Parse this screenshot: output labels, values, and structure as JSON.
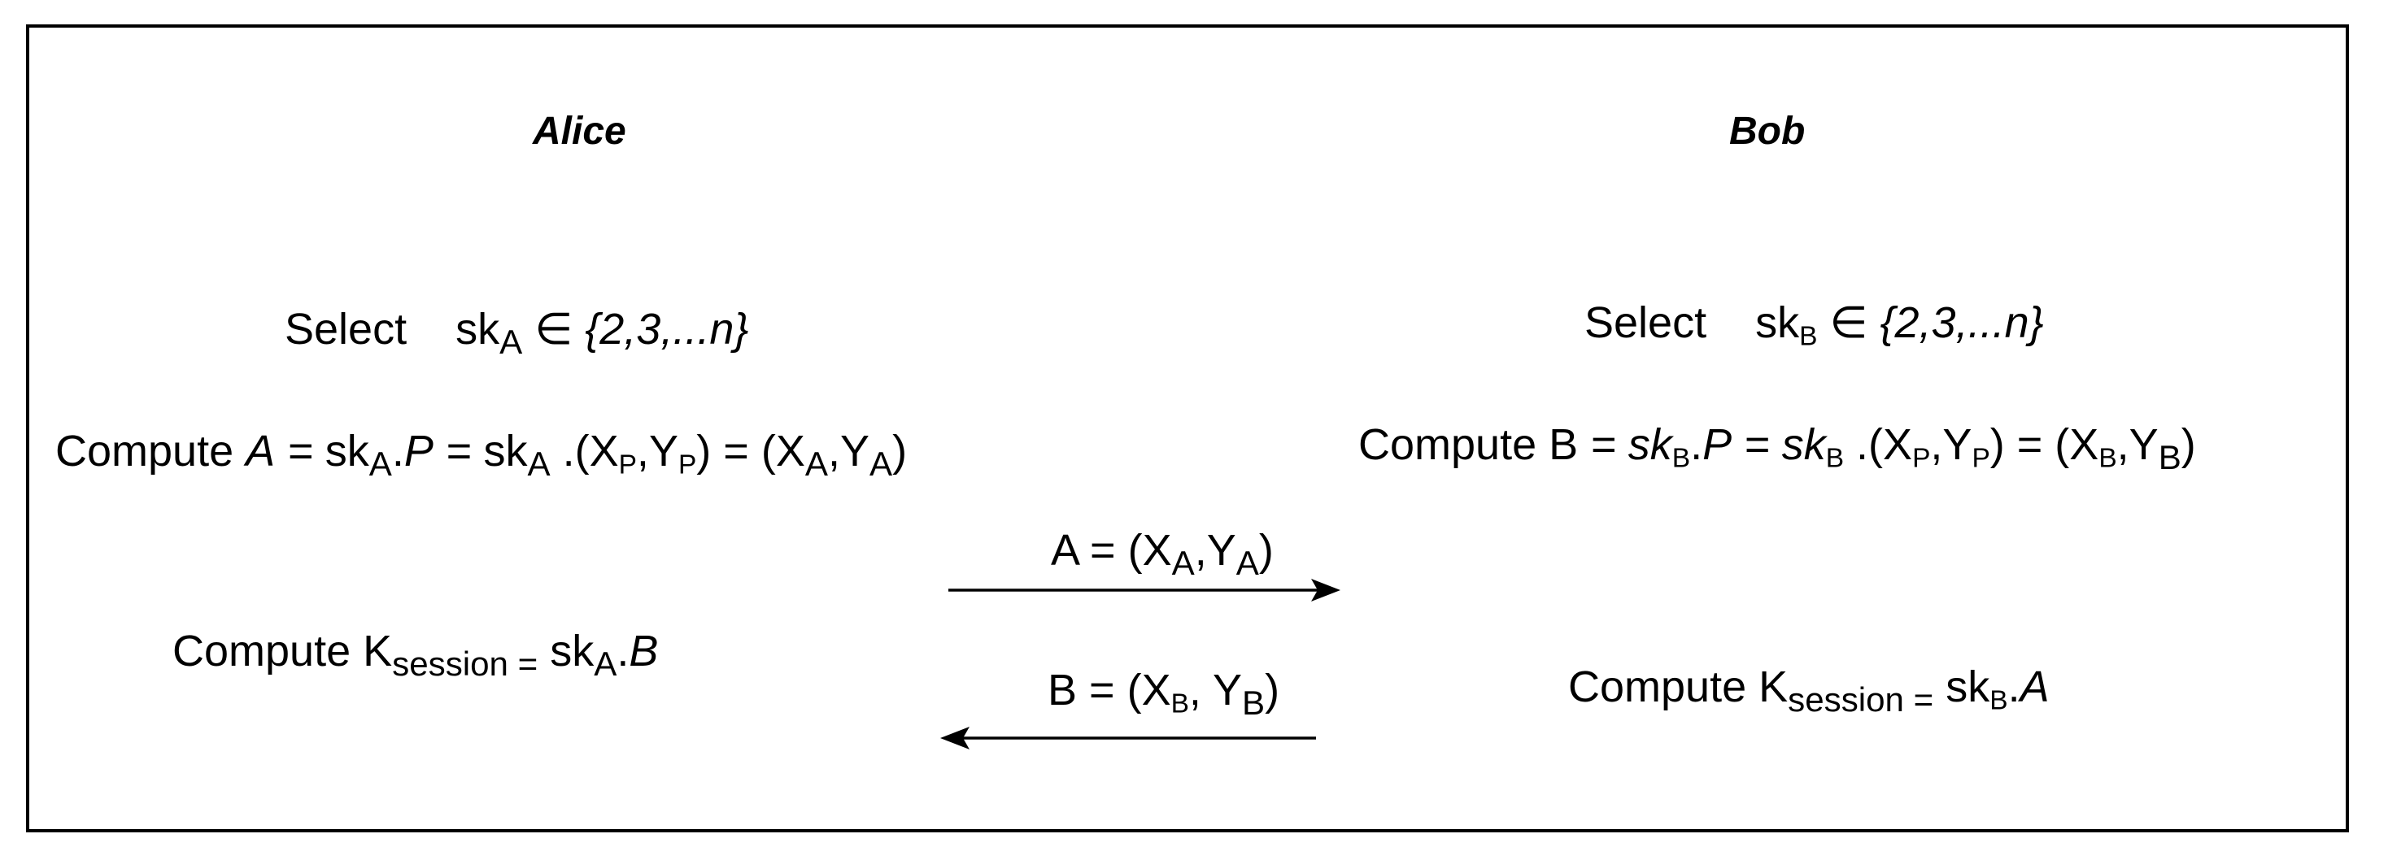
{
  "parties": {
    "alice": "Alice",
    "bob": "Bob"
  },
  "alice_steps": {
    "select_word": "Select",
    "compute_word": "Compute",
    "sk": "sk",
    "sub_a": "A",
    "set": "{2,3,...n}",
    "pubkey_symbol": "A",
    "point_p": "P",
    "x": "X",
    "y": "Y",
    "sub_p": "P",
    "k": "K",
    "session": "session",
    "peer_key": "B"
  },
  "bob_steps": {
    "select_word": "Select",
    "compute_word": "Compute",
    "sk": "sk",
    "sub_b": "B",
    "set": "{2,3,...n}",
    "pubkey_symbol": "B",
    "point_p": "P",
    "x": "X",
    "y": "Y",
    "sub_p": "P",
    "k": "K",
    "session": "session",
    "peer_key": "A"
  },
  "messages": {
    "to_bob": {
      "name": "A",
      "x": "X",
      "y": "Y",
      "sub": "A"
    },
    "to_alice": {
      "name": "B",
      "x": "X",
      "y": "Y",
      "sub": "B"
    }
  }
}
